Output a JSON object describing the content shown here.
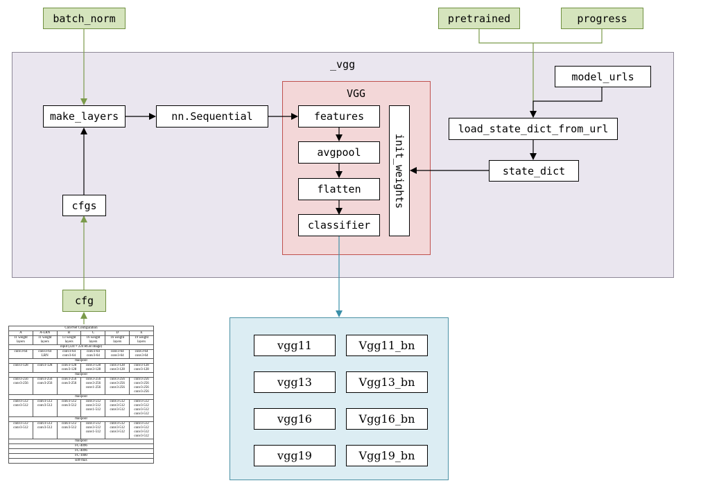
{
  "regions": {
    "vgg_function": "_vgg",
    "vgg_class": "VGG",
    "model_variants": ""
  },
  "nodes": {
    "batch_norm": "batch_norm",
    "pretrained": "pretrained",
    "progress": "progress",
    "make_layers": "make_layers",
    "nn_sequential": "nn.Sequential",
    "features": "features",
    "avgpool": "avgpool",
    "flatten": "flatten",
    "classifier": "classifier",
    "init_weights": "init_weights",
    "model_urls": "model_urls",
    "load_state_dict_from_url": "load_state_dict_from_url",
    "state_dict": "state_dict",
    "cfgs": "cfgs",
    "cfg": "cfg"
  },
  "models": [
    "vgg11",
    "Vgg11_bn",
    "vgg13",
    "Vgg13_bn",
    "vgg16",
    "Vgg16_bn",
    "vgg19",
    "Vgg19_bn"
  ],
  "colors": {
    "param_fill": "#d5e4bd",
    "param_border": "#6f8f3f",
    "green_arrow": "#7a9a4a",
    "blue_arrow": "#3a8fa8",
    "vgg_region_fill": "#eae6ef",
    "class_region_fill": "#f3d7d8",
    "models_region_fill": "#dcedf3"
  },
  "config_table": {
    "title": "ConvNet Configuration",
    "columns": [
      "A",
      "A-LRN",
      "B",
      "C",
      "D",
      "E"
    ],
    "depths": [
      "11 weight\nlayers",
      "11 weight\nlayers",
      "13 weight\nlayers",
      "16 weight\nlayers",
      "16 weight\nlayers",
      "19 weight\nlayers"
    ],
    "input": "input (224 × 224 RGB image)",
    "block1": [
      "conv3-64",
      "conv3-64\nLRN",
      "conv3-64\nconv3-64",
      "conv3-64\nconv3-64",
      "conv3-64\nconv3-64",
      "conv3-64\nconv3-64"
    ],
    "block2": [
      "conv3-128",
      "conv3-128",
      "conv3-128\nconv3-128",
      "conv3-128\nconv3-128",
      "conv3-128\nconv3-128",
      "conv3-128\nconv3-128"
    ],
    "block3": [
      "conv3-256\nconv3-256",
      "conv3-256\nconv3-256",
      "conv3-256\nconv3-256",
      "conv3-256\nconv3-256\nconv1-256",
      "conv3-256\nconv3-256\nconv3-256",
      "conv3-256\nconv3-256\nconv3-256\nconv3-256"
    ],
    "block4": [
      "conv3-512\nconv3-512",
      "conv3-512\nconv3-512",
      "conv3-512\nconv3-512",
      "conv3-512\nconv3-512\nconv1-512",
      "conv3-512\nconv3-512\nconv3-512",
      "conv3-512\nconv3-512\nconv3-512\nconv3-512"
    ],
    "block5": [
      "conv3-512\nconv3-512",
      "conv3-512\nconv3-512",
      "conv3-512\nconv3-512",
      "conv3-512\nconv3-512\nconv1-512",
      "conv3-512\nconv3-512\nconv3-512",
      "conv3-512\nconv3-512\nconv3-512\nconv3-512"
    ],
    "maxpool": "maxpool",
    "fc1": "FC-4096",
    "fc2": "FC-4096",
    "fc3": "FC-1000",
    "softmax": "soft-max"
  }
}
